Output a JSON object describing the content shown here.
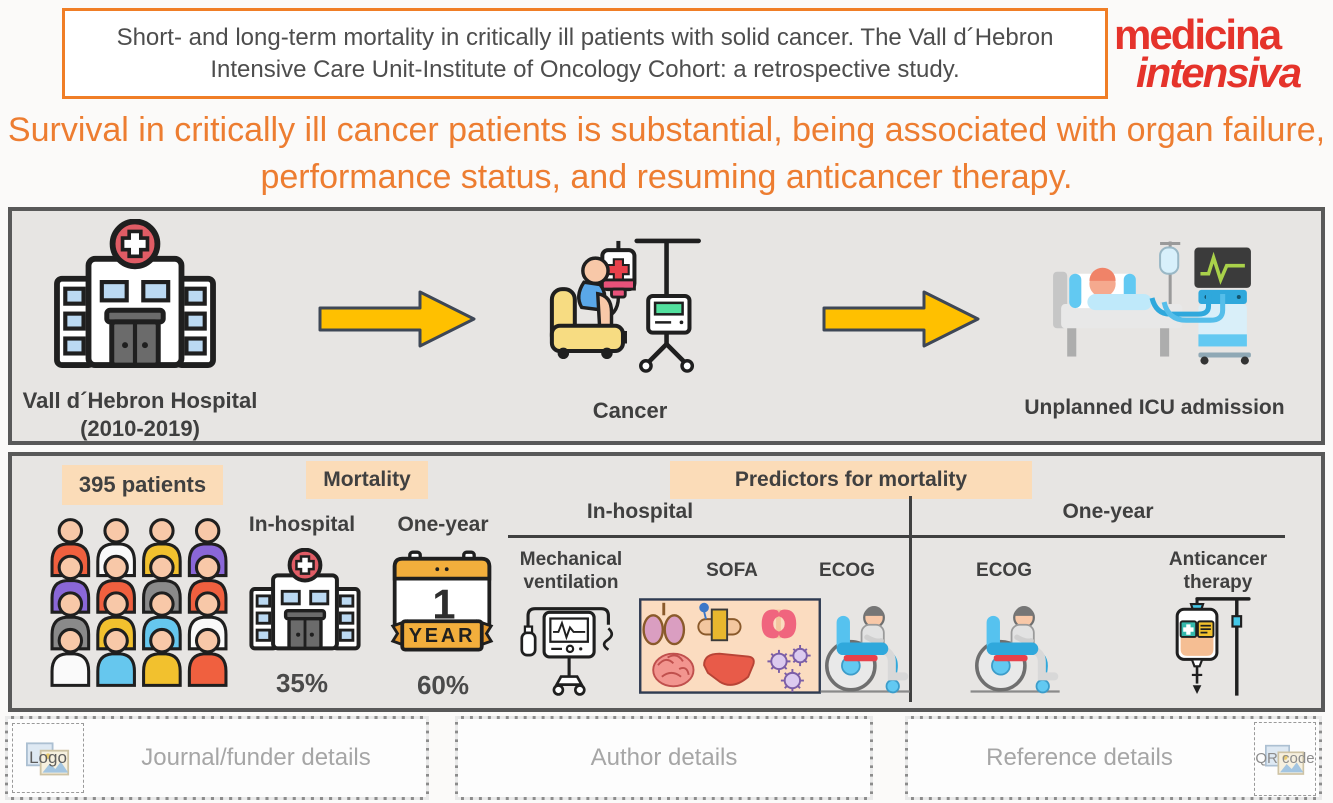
{
  "title_box": {
    "text": "Short- and long-term mortality in critically ill patients with solid cancer. The Vall d´Hebron Intensive Care Unit-Institute of Oncology Cohort: a retrospective study."
  },
  "logo": {
    "line1": "medicina",
    "line2": "intensiva"
  },
  "headline": {
    "text": "Survival in critically ill cancer patients is substantial, being associated with organ failure, performance status, and resuming anticancer therapy."
  },
  "flow_panel": {
    "steps": [
      {
        "icon": "hospital-icon",
        "label": "Vall d´Hebron Hospital",
        "sublabel": "(2010-2019)"
      },
      {
        "icon": "chemo-patient-icon",
        "label": "Cancer"
      },
      {
        "icon": "icu-bed-icon",
        "label": "Unplanned ICU admission"
      }
    ]
  },
  "results_panel": {
    "patients": {
      "label": "395 patients",
      "crowd_colors": [
        "#F0603F",
        "#FAFAFA",
        "#F2C12E",
        "#8A67D8",
        "#8A67D8",
        "#F0603F",
        "#8A8A8A",
        "#F0603F",
        "#8A8A8A",
        "#F2C12E",
        "#66C7EE",
        "#FAFAFA",
        "#FAFAFA",
        "#66C7EE",
        "#F2C12E",
        "#F0603F"
      ]
    },
    "mortality": {
      "label": "Mortality",
      "items": [
        {
          "label": "In-hospital",
          "value": "35%",
          "icon": "hospital-icon"
        },
        {
          "label": "One-year",
          "value": "60%",
          "icon": "one-year-calendar-icon",
          "icon_text": {
            "number": "1",
            "word": "YEAR"
          }
        }
      ]
    },
    "predictors": {
      "label": "Predictors for mortality",
      "groups": [
        {
          "label": "In-hospital",
          "items": [
            "Mechanical ventilation",
            "SOFA",
            "ECOG"
          ]
        },
        {
          "label": "One-year",
          "items": [
            "ECOG",
            "Anticancer therapy"
          ]
        }
      ]
    }
  },
  "footer": {
    "boxes": [
      {
        "logo_label": "Logo",
        "label": "Journal/funder details"
      },
      {
        "label": "Author details"
      },
      {
        "label": "Reference details",
        "qr_label": "QR code"
      }
    ]
  },
  "colors": {
    "accent_orange": "#ED7D31",
    "border_orange": "#F07E26",
    "logo_red": "#E5332B",
    "panel_bg": "#E7E5E3",
    "panel_border": "#595959",
    "highlight_peach": "#FBDCB8",
    "arrow_yellow": "#FFC000",
    "text_dark": "#404040",
    "placeholder_gray": "#A6A6A6"
  }
}
